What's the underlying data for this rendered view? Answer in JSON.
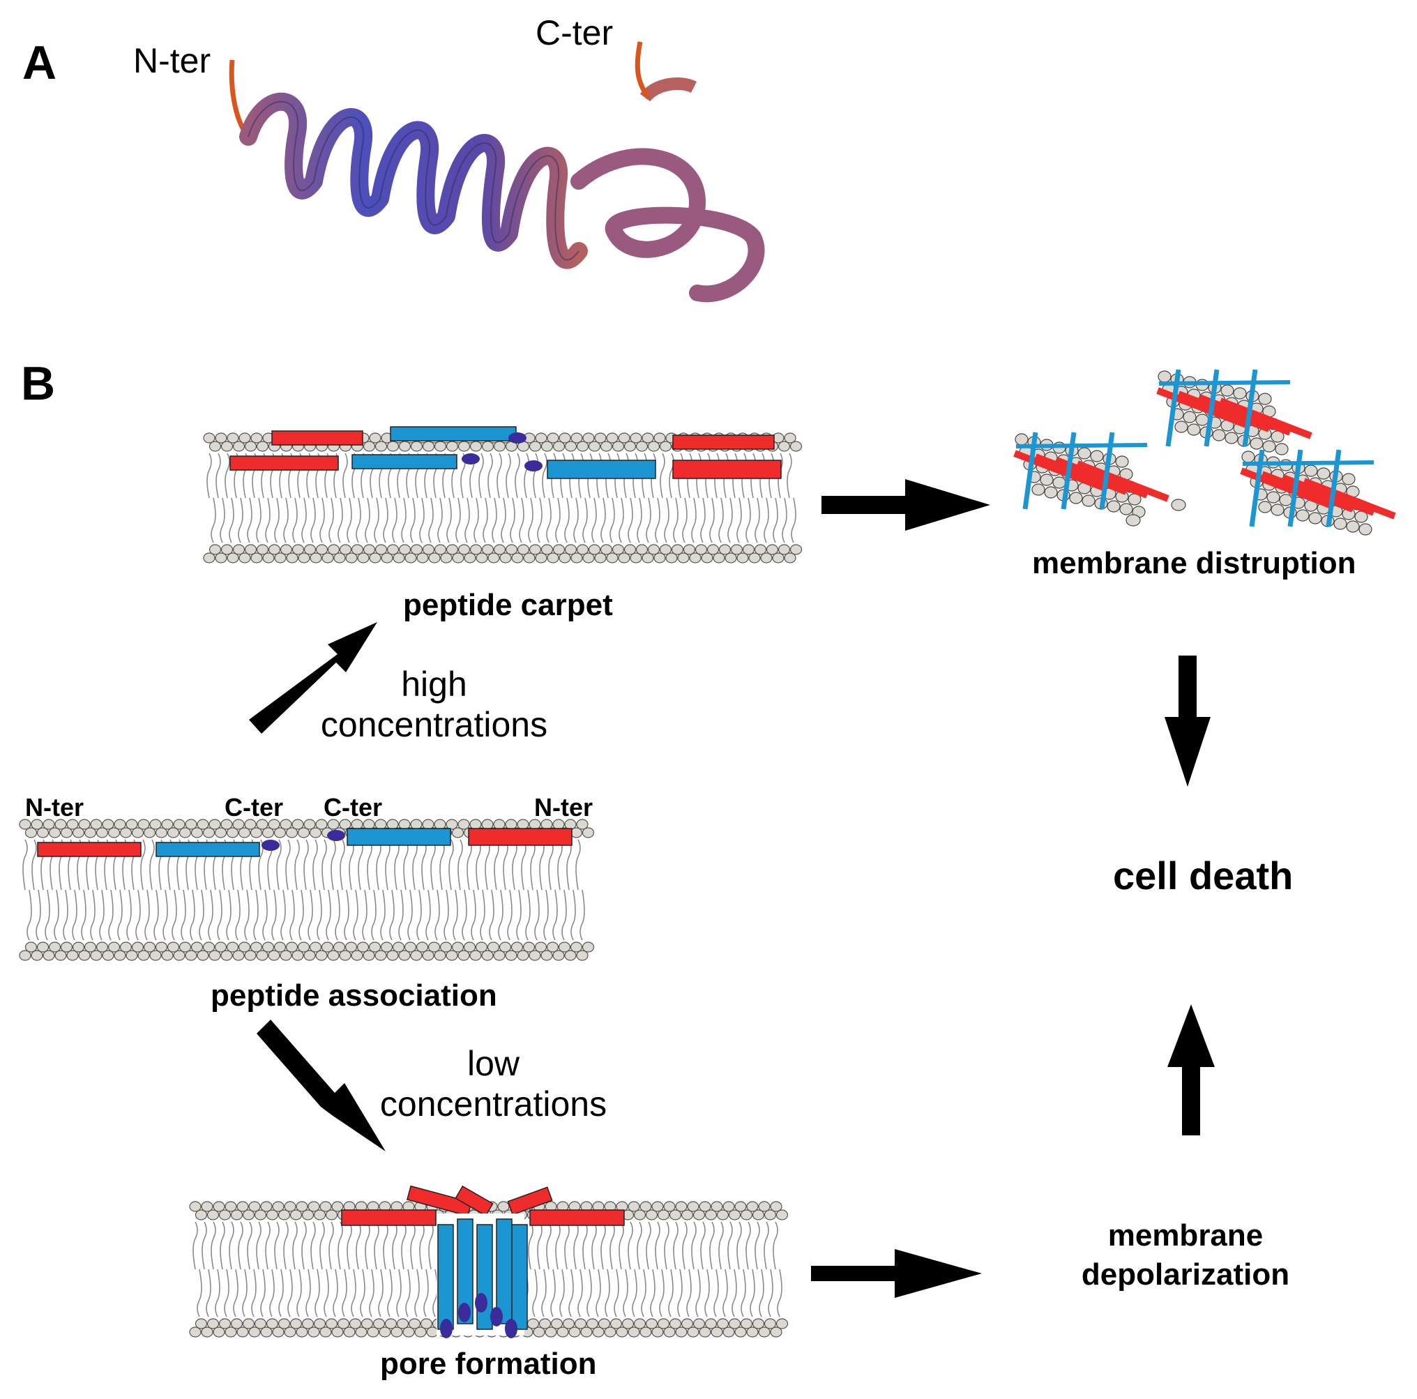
{
  "panel_a": {
    "letter": "A",
    "n_terminus_label": "N-ter",
    "c_terminus_label": "C-ter"
  },
  "panel_b": {
    "letter": "B",
    "states": {
      "carpet": "peptide carpet",
      "association": "peptide association",
      "pore": "pore formation",
      "disruption": "membrane distruption",
      "cell_death": "cell death",
      "depolarization_line1": "membrane",
      "depolarization_line2": "depolarization"
    },
    "conditions": {
      "high_line1": "high",
      "high_line2": "concentrations",
      "low_line1": "low",
      "low_line2": "concentrations"
    },
    "association_labels": {
      "left_n": "N-ter",
      "left_c": "C-ter",
      "right_c": "C-ter",
      "right_n": "N-ter"
    }
  },
  "colors": {
    "peptide_red": "#ef2b2b",
    "peptide_blue": "#1b96d3",
    "anchor_purple": "#3a2c9a",
    "lipid_head": "#dcd8d2",
    "lipid_tail": "#8a8a8a",
    "helix_blue": "#4a4fb8",
    "helix_mauve": "#8a5a88",
    "helix_orange": "#d9571e",
    "arrow": "#000000"
  }
}
